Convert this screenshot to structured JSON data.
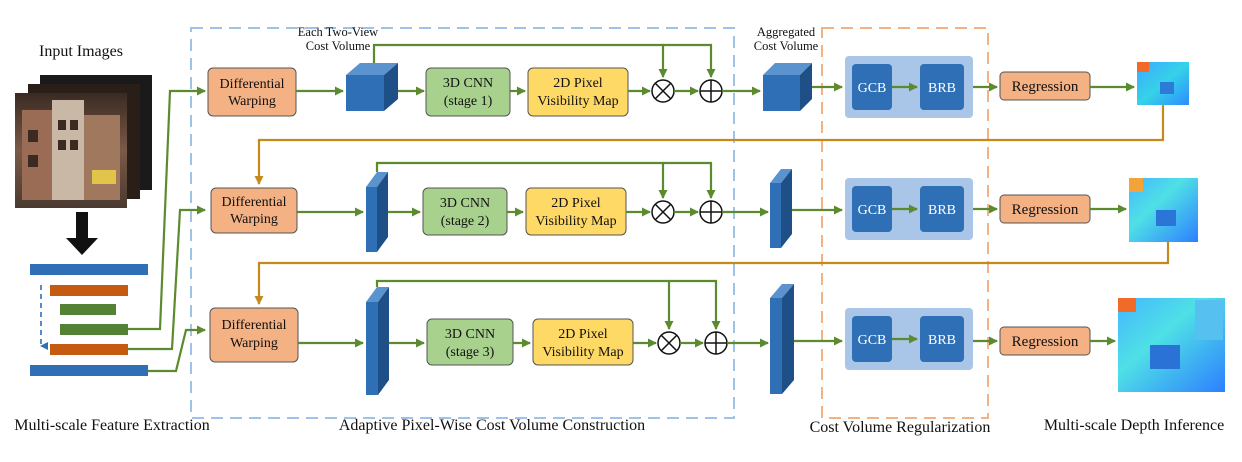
{
  "input_images_title": "Input Images",
  "warp_label": [
    "Differential",
    "Warping"
  ],
  "cnn_labels": [
    [
      "3D CNN",
      "(stage 1)"
    ],
    [
      "3D CNN",
      "(stage 2)"
    ],
    [
      "3D CNN",
      "(stage 3)"
    ]
  ],
  "vis_label": [
    "2D Pixel",
    "Visibility Map"
  ],
  "gcb_label": "GCB",
  "brb_label": "BRB",
  "regression_label": "Regression",
  "two_view_label": [
    "Each Two-View",
    "Cost Volume"
  ],
  "aggregated_label": [
    "Aggregated",
    "Cost Volume"
  ],
  "captions": {
    "feature": "Multi-scale Feature Extraction",
    "adaptive": "Adaptive Pixel-Wise Cost Volume Construction",
    "regularization": "Cost Volume Regularization",
    "depth": "Multi-scale Depth Inference"
  },
  "colors": {
    "arrow_green": "#5b8a2f",
    "arrow_orange": "#c58a1c",
    "warp_fill": "#f4b183",
    "cnn_fill": "#a9d18e",
    "vis_fill": "#ffd966",
    "block_blue": "#2e6fb5",
    "panel_blue": "#a9c6e8",
    "feature_blue": "#2e6fb5",
    "feature_orange": "#c55a11",
    "feature_green": "#548235",
    "dash_blue": "#9dc3e6",
    "dash_orange": "#f4b183"
  }
}
